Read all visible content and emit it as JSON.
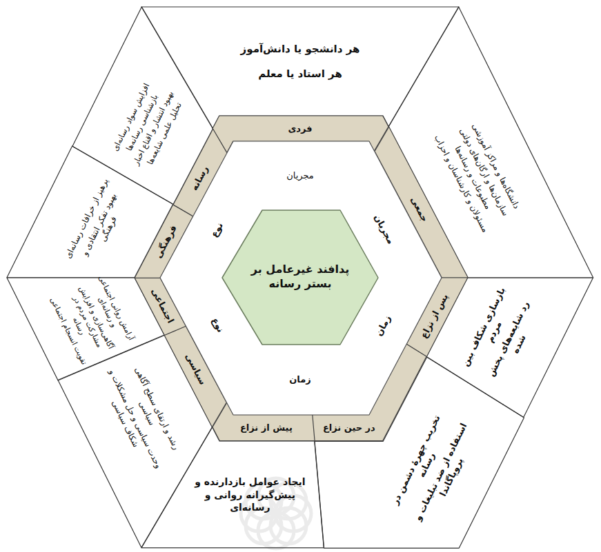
{
  "diagram": {
    "nodes": [
      {
        "text": [
          "هر دانشجو یا دانش‌آموز",
          "هر استاد یا معلم"
        ]
      },
      {
        "text": [
          "دانشگاه‌ها و مراکز آموزشی",
          "سازمان‌ها و ارگان‌های دولتی",
          "مطبوعات و رسانه‌ها",
          "مسئولان و کارشناسان و احزاب"
        ]
      },
      {
        "text": [
          "بازسازی شکاف بین مردم",
          "رد شایعه‌های پخش شده"
        ]
      },
      {
        "text": [
          "تخریب چهرهٔ دشمن در رسانه",
          "استفاده از ضد تبلیغات و پروپاگاندا"
        ]
      },
      {
        "text": [
          "ایجاد عوامل بازدارنده و پیش‌گیرانه روانی و رسانه‌ای"
        ]
      },
      {
        "text": [
          "رشد و ارتقای سطح آگاهی سیاسی",
          "وحدت سیاسی و حل مشکلات و شکاف سیاسی"
        ]
      },
      {
        "text": [
          "آرامش روانی اجتماعی و رسانه‌ای",
          "آگاهی‌سازی و افزایش مشارکت مردم در رسانه",
          "تقویت انسجام اجتماعی"
        ]
      },
      {
        "text": [
          "پرهیز از خرافات رسانه‌ای",
          "بهبود تفکر انتقادی و فرهنگی"
        ]
      },
      {
        "text": [
          "افزایش سواد رسانه‌ای",
          "بازشناسی رسانه‌ها",
          "بهبود انتشار و اقناع اخبار",
          "تحلیل علمی شایعه‌ها"
        ]
      },
      {
        "text": [
          "فردی"
        ]
      },
      {
        "text": [
          "جمعی"
        ]
      },
      {
        "text": [
          "پس از نزاع"
        ]
      },
      {
        "text": [
          "در حین نزاع"
        ]
      },
      {
        "text": [
          "پیش از نزاع"
        ]
      },
      {
        "text": [
          "سیاسی"
        ]
      },
      {
        "text": [
          "اجتماعی"
        ]
      },
      {
        "text": [
          "فرهنگی"
        ]
      },
      {
        "text": [
          "رسانه"
        ]
      },
      {
        "text": [
          "مجریان",
          "مجریان",
          "زمان",
          "زمان",
          "نوع",
          "نوع"
        ]
      },
      {
        "text": [
          "پدافند غیرعامل بر بستر رسانه"
        ],
        "in": 18
      }
    ]
  }
}
